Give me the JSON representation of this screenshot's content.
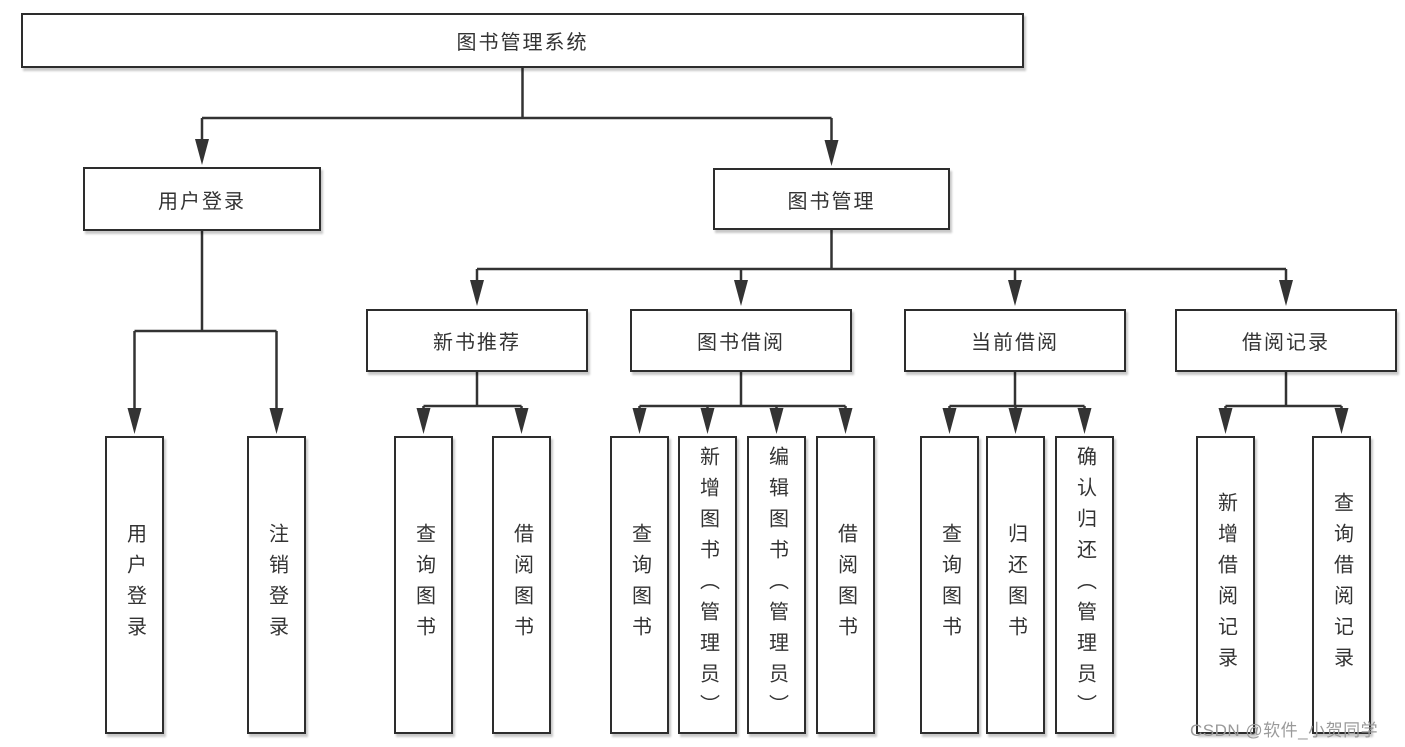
{
  "diagram": {
    "root": {
      "id": "library-management-system",
      "label": "图书管理系统"
    },
    "level2": [
      {
        "id": "user-login",
        "label": "用户登录",
        "parent": "图书管理系统"
      },
      {
        "id": "book-management",
        "label": "图书管理",
        "parent": "图书管理系统"
      }
    ],
    "level3": [
      {
        "id": "new-book-recommendation",
        "label": "新书推荐",
        "parent": "图书管理"
      },
      {
        "id": "book-borrowing",
        "label": "图书借阅",
        "parent": "图书管理"
      },
      {
        "id": "current-borrowing",
        "label": "当前借阅",
        "parent": "图书管理"
      },
      {
        "id": "borrowing-records",
        "label": "借阅记录",
        "parent": "图书管理"
      }
    ],
    "leaves": [
      {
        "id": "user-login-action",
        "label": "用户登录",
        "parent": "用户登录"
      },
      {
        "id": "logout-action",
        "label": "注销登录",
        "parent": "用户登录"
      },
      {
        "id": "query-books-recommend",
        "label": "查询图书",
        "parent": "新书推荐"
      },
      {
        "id": "borrow-books-recommend",
        "label": "借阅图书",
        "parent": "新书推荐"
      },
      {
        "id": "query-books-borrow",
        "label": "查询图书",
        "parent": "图书借阅"
      },
      {
        "id": "add-books-admin",
        "label": "新增图书（管理员）",
        "parent": "图书借阅"
      },
      {
        "id": "edit-books-admin",
        "label": "编辑图书（管理员）",
        "parent": "图书借阅"
      },
      {
        "id": "borrow-books-borrow",
        "label": "借阅图书",
        "parent": "图书借阅"
      },
      {
        "id": "query-books-current",
        "label": "查询图书",
        "parent": "当前借阅"
      },
      {
        "id": "return-books",
        "label": "归还图书",
        "parent": "当前借阅"
      },
      {
        "id": "confirm-return-admin",
        "label": "确认归还（管理员）",
        "parent": "当前借阅"
      },
      {
        "id": "add-borrow-record",
        "label": "新增借阅记录",
        "parent": "借阅记录"
      },
      {
        "id": "query-borrow-record",
        "label": "查询借阅记录",
        "parent": "借阅记录"
      }
    ]
  },
  "watermark": {
    "text": "CSDN @软件_小贺同学"
  },
  "colors": {
    "line": "#333333",
    "box_border": "#2d2d2d",
    "box_fill": "#ffffff",
    "text": "#333333",
    "watermark": "#9a9a9a",
    "background": "#ffffff"
  }
}
